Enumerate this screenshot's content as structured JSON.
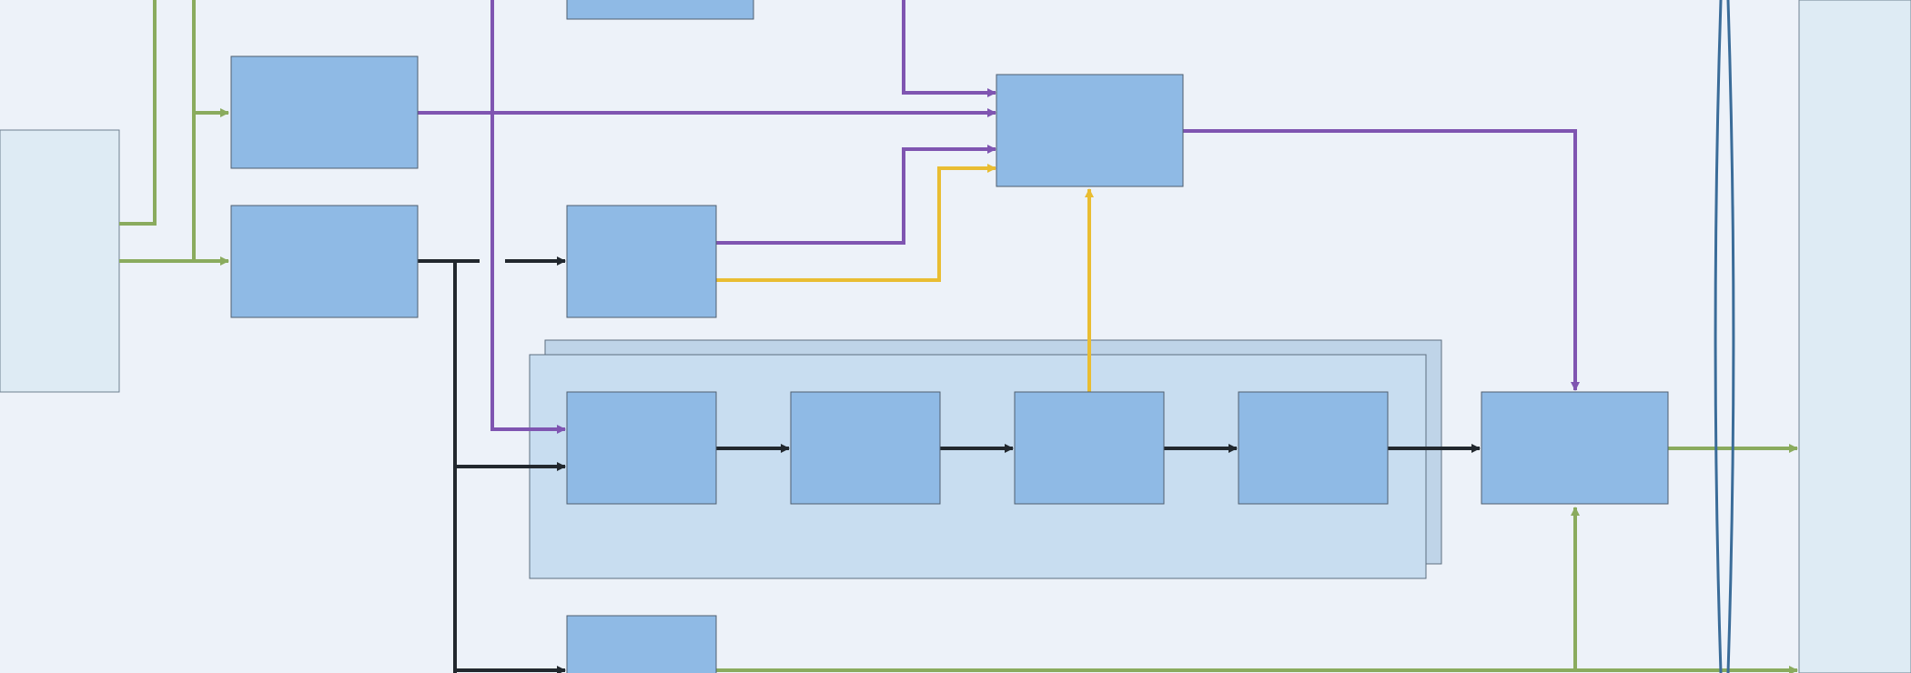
{
  "diagram": {
    "blocks": [
      {
        "id": "top-block"
      },
      {
        "id": "upper-left-block"
      },
      {
        "id": "lower-left-block"
      },
      {
        "id": "mid-block"
      },
      {
        "id": "merge-block"
      },
      {
        "id": "stage-1-block"
      },
      {
        "id": "stage-2-block"
      },
      {
        "id": "stage-3-block"
      },
      {
        "id": "stage-4-block"
      },
      {
        "id": "output-block"
      },
      {
        "id": "bottom-block"
      }
    ],
    "panels": [
      {
        "id": "left-input-panel"
      },
      {
        "id": "stage-group-panel"
      },
      {
        "id": "right-output-panel"
      }
    ],
    "connection_colors": {
      "green": "#8aab5e",
      "purple": "#7f55b1",
      "yellow": "#e9bd32",
      "dark": "#22282e",
      "blue": "#3a6c99"
    },
    "colors": {
      "background": "#edf2f9",
      "block_fill": "#8fbae5",
      "block_stroke": "#4f5f70",
      "group_fill": "#c8ddf0",
      "panel_fill": "#deebf4"
    }
  }
}
